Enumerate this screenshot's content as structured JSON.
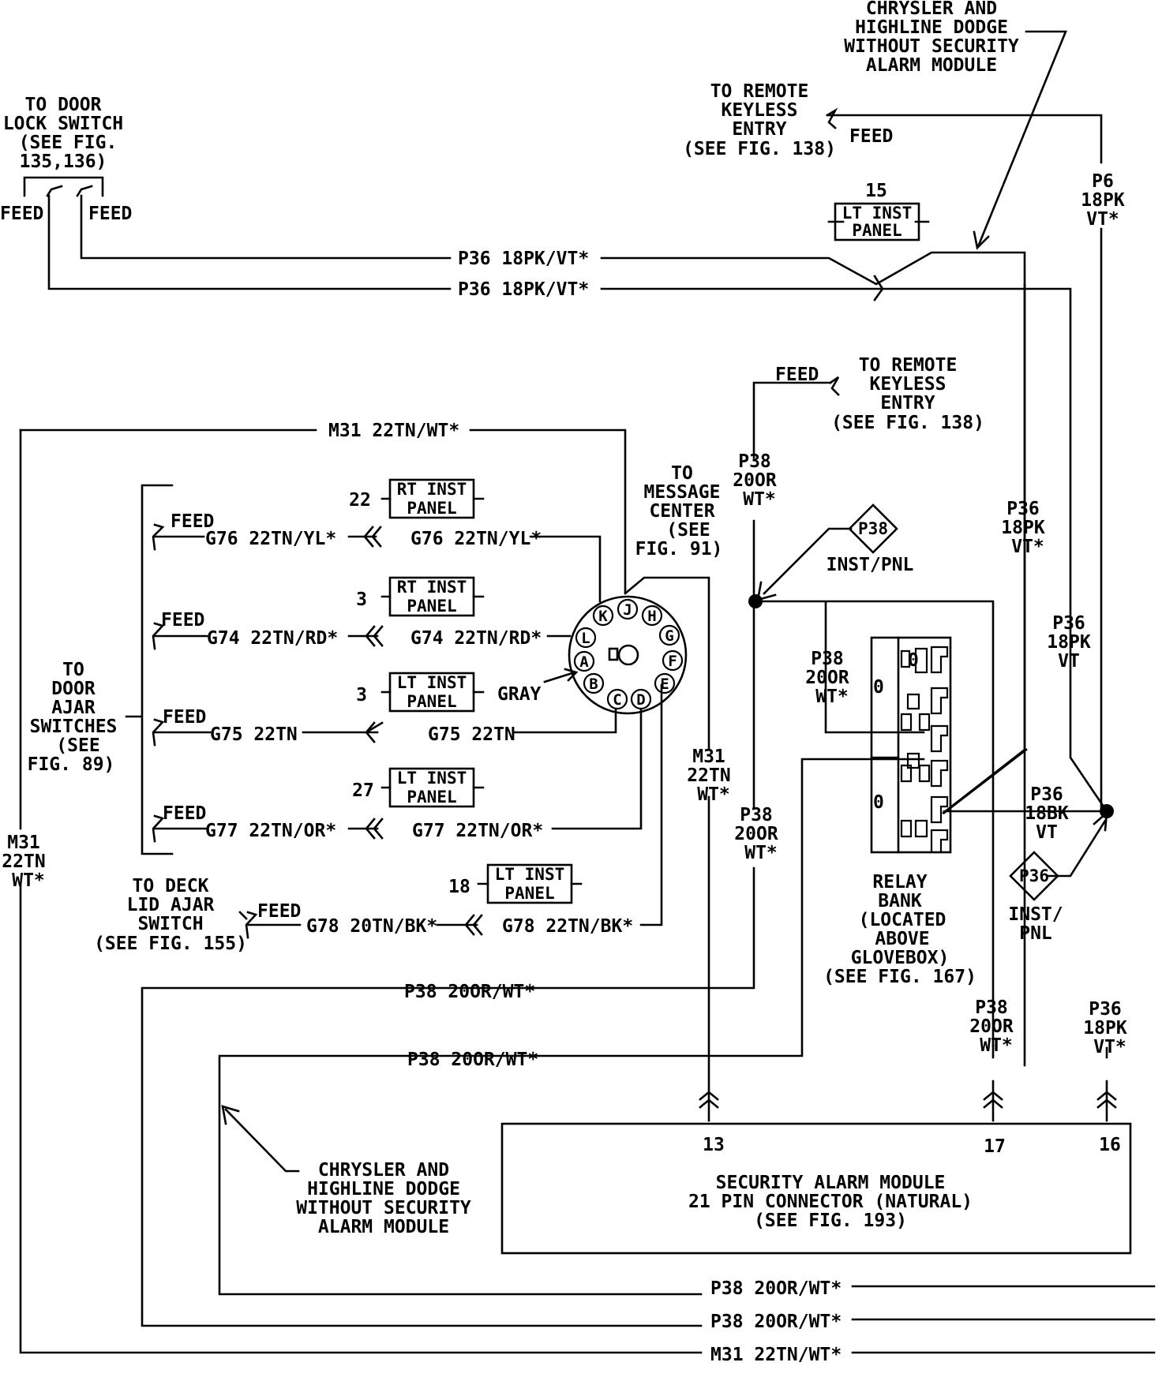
{
  "labels": {
    "alarm_top": [
      "CHRYSLER AND",
      "HIGHLINE DODGE",
      "WITHOUT SECURITY",
      "ALARM MODULE"
    ],
    "rke_top": [
      "TO REMOTE",
      "KEYLESS",
      "ENTRY",
      "(SEE FIG. 138)"
    ],
    "rke_top_feed": "FEED",
    "p6_wire": [
      "P6",
      "18PK",
      "VT*"
    ],
    "door_lock": [
      "TO DOOR",
      "LOCK SWITCH",
      "(SEE FIG.",
      "135,136)"
    ],
    "feed_left": "FEED",
    "feed_right": "FEED",
    "splice_15_num": "15",
    "splice_15_box": [
      "LT INST",
      "PANEL"
    ],
    "p36_upper": "P36 18PK/VT*",
    "p36_lower": "P36 18PK/VT*",
    "rke_mid": [
      "TO REMOTE",
      "KEYLESS",
      "ENTRY",
      "(SEE FIG. 138)"
    ],
    "rke_mid_feed": "FEED",
    "m31_top": "M31 22TN/WT*",
    "msg_center": [
      "TO",
      "MESSAGE",
      "CENTER",
      "(SEE",
      "FIG. 91)"
    ],
    "p38_vert1": [
      "P38",
      "20OR",
      "WT*"
    ],
    "p36_vert1": [
      "P36",
      "18PK",
      "VT*"
    ],
    "p38_tag": "P38",
    "inst_pnl_1": "INST/PNL",
    "p36_vert2": [
      "P36",
      "18PK",
      "VT"
    ],
    "rt_inst_22_num": "22",
    "rt_inst_22_box": [
      "RT INST",
      "PANEL"
    ],
    "g76_left": "G76 22TN/YL*",
    "g76_right": "G76 22TN/YL*",
    "rt_inst_3_num": "3",
    "rt_inst_3_box": [
      "RT INST",
      "PANEL"
    ],
    "g74_left": "G74 22TN/RD*",
    "g74_right": "G74 22TN/RD*",
    "lt_inst_3_num": "3",
    "lt_inst_3_box": [
      "LT INST",
      "PANEL"
    ],
    "gray": "GRAY",
    "g75_left": "G75 22TN",
    "g75_right": "G75 22TN",
    "lt_inst_27_num": "27",
    "lt_inst_27_box": [
      "LT INST",
      "PANEL"
    ],
    "g77_left": "G77 22TN/OR*",
    "g77_right": "G77 22TN/OR*",
    "door_ajar": [
      "TO",
      "DOOR",
      "AJAR",
      "SWITCHES",
      "(SEE",
      "FIG. 89)"
    ],
    "feed_g76": "FEED",
    "feed_g74": "FEED",
    "feed_g75": "FEED",
    "feed_g77": "FEED",
    "connector_pins": [
      "K",
      "J",
      "H",
      "L",
      "G",
      "A",
      "F",
      "B",
      "E",
      "C",
      "D"
    ],
    "p38_vert2": [
      "P38",
      "20OR",
      "WT*"
    ],
    "m31_vert": [
      "M31",
      "22TN",
      "WT*"
    ],
    "p38_vert3": [
      "P38",
      "20OR",
      "WT*"
    ],
    "p36_18bk": [
      "P36",
      "18BK",
      "VT"
    ],
    "p36_tag": "P36",
    "inst_pnl_2": [
      "INST/",
      "PNL"
    ],
    "relay_bank": [
      "RELAY",
      "BANK",
      "(LOCATED",
      "ABOVE",
      "GLOVEBOX)",
      "(SEE FIG. 167)"
    ],
    "m31_left_vert": [
      "M31",
      "22TN",
      "WT*"
    ],
    "deck_lid": [
      "TO DECK",
      "LID AJAR",
      "SWITCH",
      "(SEE FIG. 155)"
    ],
    "deck_feed": "FEED",
    "lt_inst_18_num": "18",
    "lt_inst_18_box": [
      "LT INST",
      "PANEL"
    ],
    "g78_left": "G78 20TN/BK*",
    "g78_right": "G78 22TN/BK*",
    "p38_h1": "P38 20OR/WT*",
    "p38_h2": "P38 20OR/WT*",
    "p38_vert4": [
      "P38",
      "20OR",
      "WT*"
    ],
    "p36_vert3": [
      "P36",
      "18PK",
      "VT*"
    ],
    "pin_13": "13",
    "pin_17": "17",
    "pin_16": "16",
    "alarm_bottom": [
      "CHRYSLER AND",
      "HIGHLINE DODGE",
      "WITHOUT SECURITY",
      "ALARM MODULE"
    ],
    "sam_box": [
      "SECURITY ALARM MODULE",
      "21 PIN CONNECTOR (NATURAL)",
      "(SEE FIG. 193)"
    ],
    "bottom_p38_1": "P38 20OR/WT*",
    "bottom_p38_2": "P38 20OR/WT*",
    "bottom_m31": "M31 22TN/WT*",
    "relay_marks": [
      "0",
      "0",
      "0"
    ]
  }
}
